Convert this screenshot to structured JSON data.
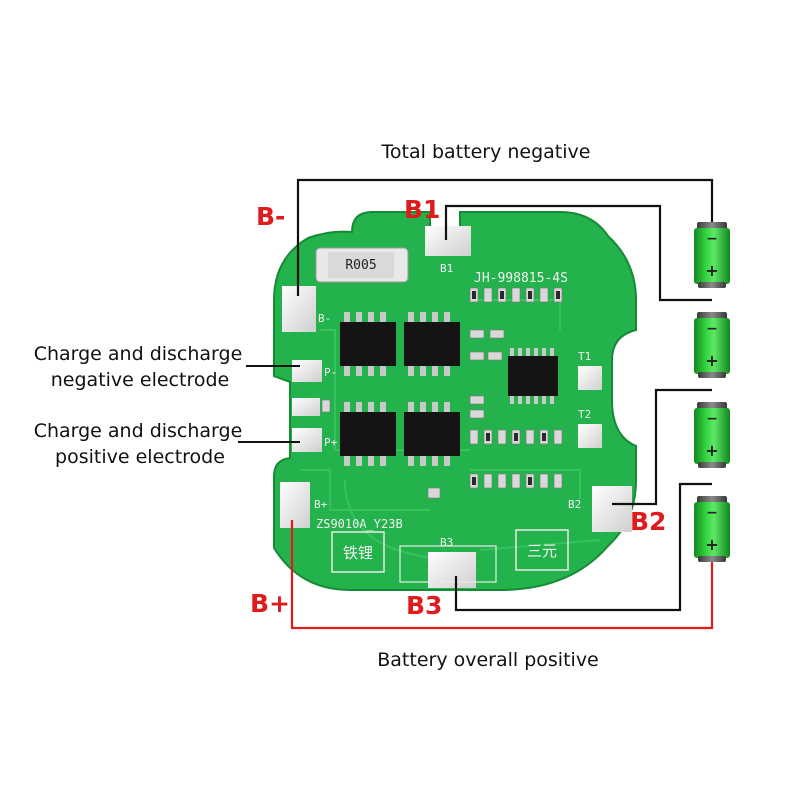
{
  "labels": {
    "total_negative": "Total battery negative",
    "overall_positive": "Battery overall positive",
    "neg_electrode_line1": "Charge and discharge",
    "neg_electrode_line2": "negative electrode",
    "pos_electrode_line1": "Charge and discharge",
    "pos_electrode_line2": "positive electrode"
  },
  "terminals": {
    "b_minus": "B-",
    "b1": "B1",
    "b2": "B2",
    "b3": "B3",
    "b_plus": "B+"
  },
  "board": {
    "resistor": "R005",
    "model": "JH-998815-4S",
    "code": "ZS9010A_Y23B",
    "silk_b_minus": "B-",
    "silk_b1": "B1",
    "silk_b2": "B2",
    "silk_b3": "B3",
    "silk_b_plus": "B+",
    "silk_p_minus": "P-",
    "silk_p_plus": "P+",
    "silk_t1": "T1",
    "silk_t2": "T2",
    "chem_left": "铁锂",
    "chem_right": "三元"
  },
  "battery": {
    "plus_sign": "+",
    "minus_sign": "−",
    "count": 4
  },
  "colors": {
    "pcb": "#23b24b",
    "pad": "#e9e9e9",
    "chip": "#141414",
    "wire_black": "#111111",
    "wire_red": "#e01b1b",
    "battery_green": "#2fc43a",
    "battery_cap": "#5a5a5a"
  }
}
